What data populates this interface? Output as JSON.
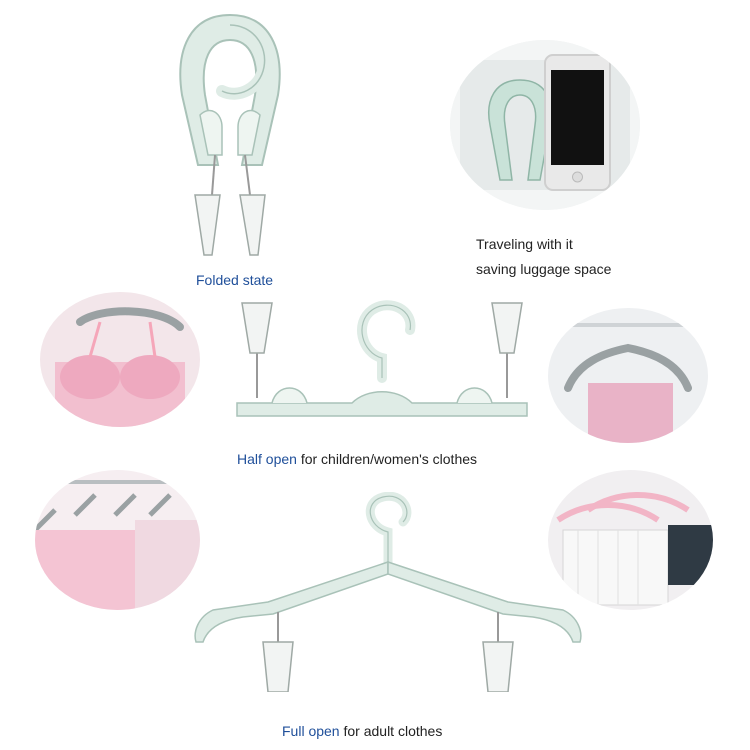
{
  "captions": {
    "folded": "Folded state",
    "travel_line1": "Traveling with it",
    "travel_line2": "saving luggage space",
    "half_open_highlight": "Half open",
    "half_open_rest": " for children/women's clothes",
    "full_open_highlight": "Full open",
    "full_open_rest": " for adult clothes"
  },
  "colors": {
    "hanger": "#dfece6",
    "hanger_edge": "#a9c2b8",
    "highlight_text": "#1f4f9a",
    "text": "#222222",
    "pink_cloth": "#f2bfcf",
    "grey_hanger": "#9aa1a3"
  }
}
